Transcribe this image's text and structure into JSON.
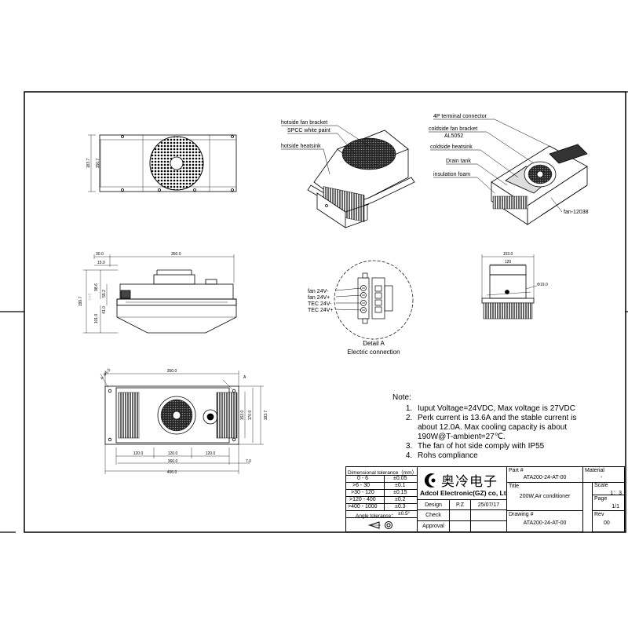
{
  "views": {
    "top": {
      "dims": {
        "height_outer": "183.7",
        "height_inner": "150.7"
      }
    },
    "iso_left": {
      "callouts": [
        {
          "id": "hotside_fan_bracket",
          "text": "hotside fan bracket"
        },
        {
          "id": "spcc_white_paint",
          "text": "SPCC white paint"
        },
        {
          "id": "hotside_heatsink",
          "text": "hotside heatsink"
        }
      ]
    },
    "iso_right": {
      "callouts": [
        {
          "id": "terminal_connector",
          "text": "4P terminal connector"
        },
        {
          "id": "coldside_fan_bracket",
          "text": "coldside fan bracket"
        },
        {
          "id": "al5052",
          "text": "AL5052"
        },
        {
          "id": "coldside_heatsink",
          "text": "coldside heatsink"
        },
        {
          "id": "drain_tank",
          "text": "Drain tank"
        },
        {
          "id": "insulation_foam",
          "text": "insulation foam"
        },
        {
          "id": "fan_12038",
          "text": "fan-12038"
        }
      ]
    },
    "front": {
      "dims": {
        "left_offset": "30.0",
        "width": "350.0",
        "small": "15.0",
        "total_height": "199.7",
        "upper_height": "98.6",
        "mid_height": "55.2",
        "flange": "41.0",
        "lower_height": "101.0"
      },
      "ghost_text": "(ref)"
    },
    "detail": {
      "pins": [
        "fan 24V-",
        "fan 24V+",
        "TEC 24V-",
        "TEC 24V+"
      ],
      "title_line1": "Detail A",
      "title_line2": "Electric connection"
    },
    "side": {
      "dims": {
        "width": "153.0",
        "inner": "120",
        "hole": "Φ19.0"
      }
    },
    "bottom": {
      "dims": {
        "hole": "4- Φ5.5",
        "top_width": "350.0",
        "mark": "A",
        "h1": "153.0",
        "h2": "170.0",
        "h3": "183.7",
        "seg1": "120.0",
        "seg2": "120.0",
        "seg3": "120.0",
        "mid_width": "366.0",
        "edge": "7.0",
        "total_width": "406.0"
      }
    }
  },
  "notes": {
    "title": "Note:",
    "items": [
      "Iuput Voltage=24VDC, Max voltage is 27VDC",
      "Perk current is 13.6A and the stable current is about 12.0A. Max cooling capacity is about 190W@T-ambient=27℃.",
      "The fan of hot side comply with IP55",
      "Rohs compliance"
    ]
  },
  "title_block": {
    "tolerance_header": "Dimensional tolerance（mm）",
    "tolerance_rows": [
      {
        "range": "0 - 6",
        "value": "±0.05"
      },
      {
        "range": ">6 - 30",
        "value": "±0.1"
      },
      {
        "range": ">30 - 120",
        "value": "±0.15"
      },
      {
        "range": ">120 - 400",
        "value": "±0.2"
      },
      {
        "range": ">400 - 1000",
        "value": "±0.3"
      }
    ],
    "angle_label": "Angle tolerance：",
    "angle_value": "±0.5°",
    "company_cn": "奥冷电子",
    "company_en": "Adcol Electronic(GZ) co, Ltd",
    "design_label": "Design",
    "designer": "P.Z",
    "date": "25/07/17",
    "check_label": "Check",
    "approval_label": "Approval",
    "part_label": "Part #",
    "part_value": "ATA200-24-AT-00",
    "material_label": "Material",
    "material_value": "-",
    "title_label": "Title",
    "title_value": "200W,Air conditioner",
    "scale_label": "Scale",
    "scale_value": "1：3",
    "page_label": "Page",
    "page_value": "1/1",
    "drawing_label": "Drawing #",
    "drawing_value": "ATA200-24-AT-00",
    "rev_label": "Rev",
    "rev_value": "00"
  }
}
